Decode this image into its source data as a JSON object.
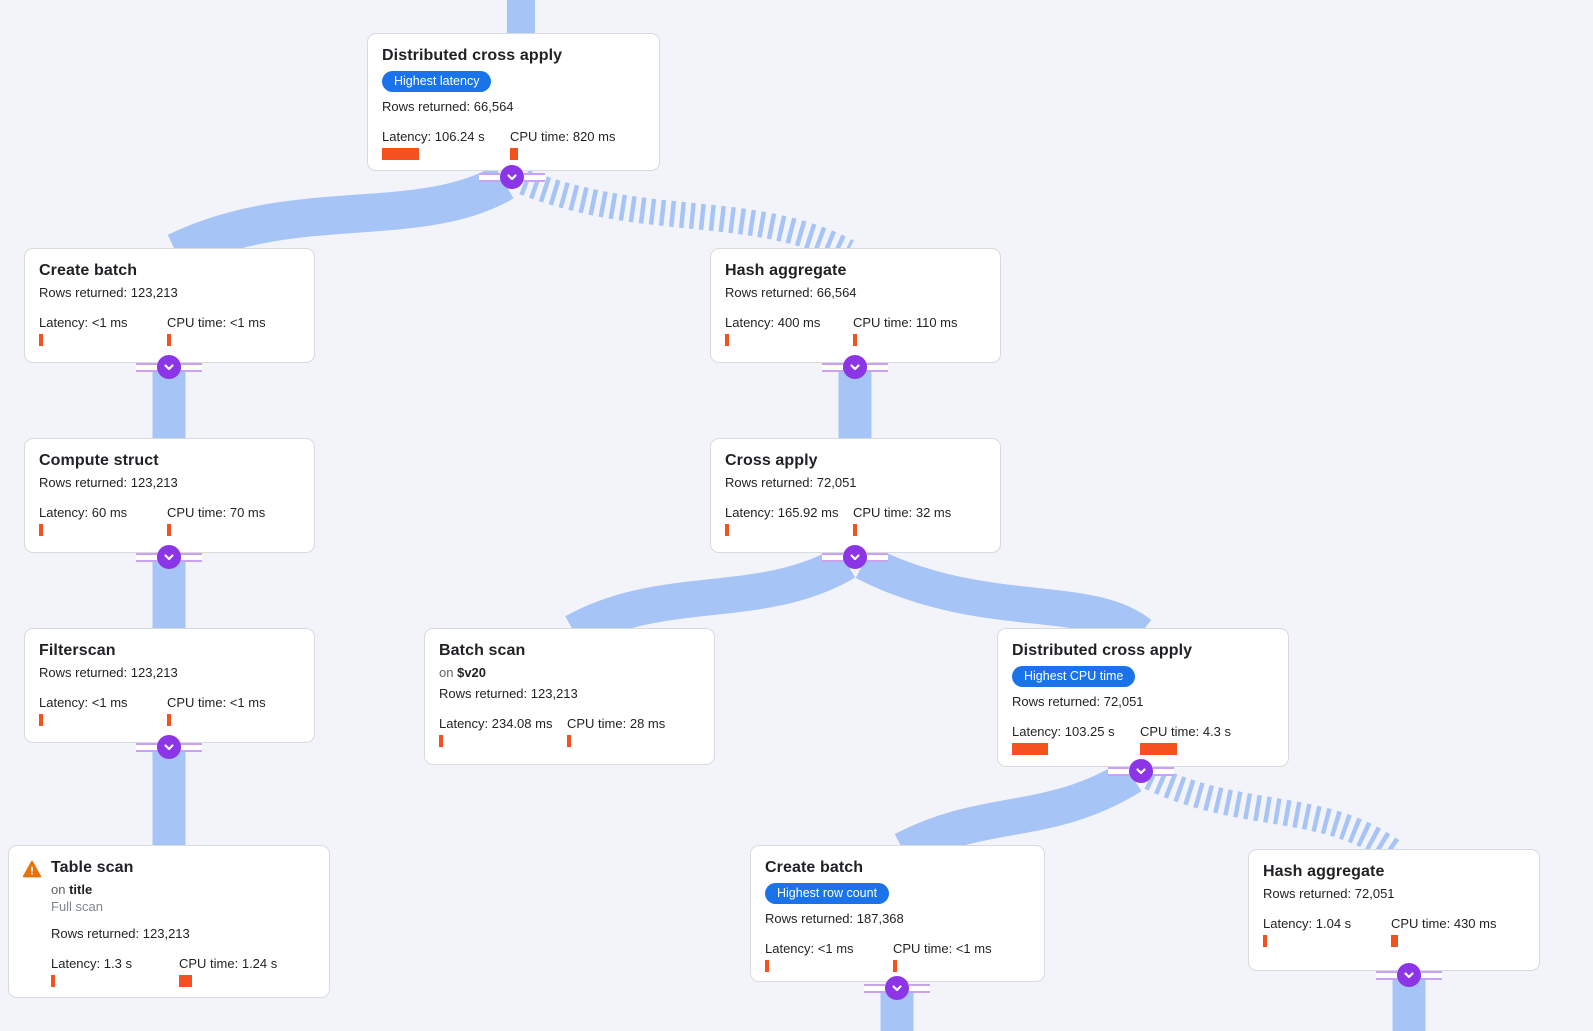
{
  "view": "query-execution-plan-graph",
  "colors": {
    "bg": "#f3f4f9",
    "edge": "#a7c4f7",
    "bar": "#f4511e",
    "badge": "#1a73e8",
    "connector": "#8c35e6",
    "stripe": "#c9a2f3"
  },
  "icons": {
    "connector": "chevron-down-icon",
    "table_scan_warning": "warning-triangle-icon"
  },
  "nodes": [
    {
      "title": "Distributed cross apply",
      "badge": "Highest latency",
      "rows": "Rows returned: 66,564",
      "latency": "Latency: 106.24 s",
      "latency_bar": 37,
      "cpu": "CPU time: 820 ms",
      "cpu_bar": 8
    },
    {
      "title": "Create batch",
      "rows": "Rows returned: 123,213",
      "latency": "Latency: <1 ms",
      "latency_bar": 4,
      "cpu": "CPU time: <1 ms",
      "cpu_bar": 4
    },
    {
      "title": "Hash aggregate",
      "rows": "Rows returned: 66,564",
      "latency": "Latency: 400 ms",
      "latency_bar": 4,
      "cpu": "CPU time: 110 ms",
      "cpu_bar": 4
    },
    {
      "title": "Compute struct",
      "rows": "Rows returned: 123,213",
      "latency": "Latency: 60 ms",
      "latency_bar": 4,
      "cpu": "CPU time: 70 ms",
      "cpu_bar": 4
    },
    {
      "title": "Cross apply",
      "rows": "Rows returned: 72,051",
      "latency": "Latency: 165.92 ms",
      "latency_bar": 4,
      "cpu": "CPU time: 32 ms",
      "cpu_bar": 4
    },
    {
      "title": "Filterscan",
      "rows": "Rows returned: 123,213",
      "latency": "Latency: <1 ms",
      "latency_bar": 4,
      "cpu": "CPU time: <1 ms",
      "cpu_bar": 4
    },
    {
      "title": "Batch scan",
      "on_prefix": "on",
      "on_value": "$v20",
      "rows": "Rows returned: 123,213",
      "latency": "Latency: 234.08 ms",
      "latency_bar": 4,
      "cpu": "CPU time: 28 ms",
      "cpu_bar": 4
    },
    {
      "title": "Distributed cross apply",
      "badge": "Highest CPU time",
      "rows": "Rows returned: 72,051",
      "latency": "Latency: 103.25 s",
      "latency_bar": 36,
      "cpu": "CPU time: 4.3 s",
      "cpu_bar": 37
    },
    {
      "title": "Table scan",
      "warning": true,
      "on_prefix": "on",
      "on_value": "title",
      "scan_note": "Full scan",
      "rows": "Rows returned: 123,213",
      "latency": "Latency: 1.3 s",
      "latency_bar": 4,
      "cpu": "CPU time: 1.24 s",
      "cpu_bar": 13
    },
    {
      "title": "Create batch",
      "badge": "Highest row count",
      "rows": "Rows returned: 187,368",
      "latency": "Latency: <1 ms",
      "latency_bar": 4,
      "cpu": "CPU time: <1 ms",
      "cpu_bar": 4
    },
    {
      "title": "Hash aggregate",
      "rows": "Rows returned: 72,051",
      "latency": "Latency: 1.04 s",
      "latency_bar": 4,
      "cpu": "CPU time: 430 ms",
      "cpu_bar": 7
    }
  ],
  "edges": [
    {
      "source": "Distributed cross apply (top)",
      "target": "Create batch",
      "style": "solid"
    },
    {
      "source": "Distributed cross apply (top)",
      "target": "Hash aggregate",
      "style": "striped"
    },
    {
      "source": "Create batch",
      "target": "Compute struct",
      "style": "solid"
    },
    {
      "source": "Hash aggregate",
      "target": "Cross apply",
      "style": "solid"
    },
    {
      "source": "Compute struct",
      "target": "Filterscan",
      "style": "solid"
    },
    {
      "source": "Filterscan",
      "target": "Table scan",
      "style": "solid"
    },
    {
      "source": "Cross apply",
      "target": "Batch scan",
      "style": "solid"
    },
    {
      "source": "Cross apply",
      "target": "Distributed cross apply (right)",
      "style": "solid"
    },
    {
      "source": "Distributed cross apply (right)",
      "target": "Create batch (bottom)",
      "style": "solid"
    },
    {
      "source": "Distributed cross apply (right)",
      "target": "Hash aggregate (bottom)",
      "style": "striped"
    }
  ]
}
